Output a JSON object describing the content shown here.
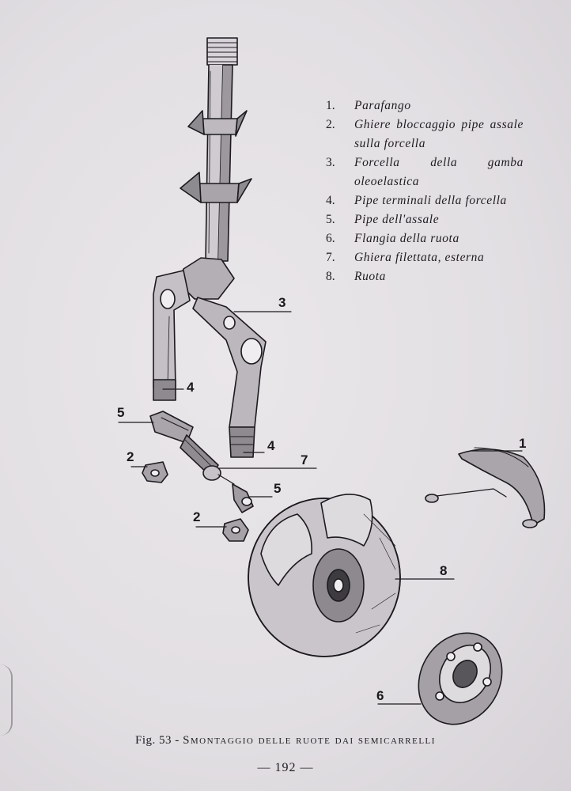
{
  "legend": {
    "items": [
      {
        "num": "1.",
        "text": "Parafango"
      },
      {
        "num": "2.",
        "text": "Ghiere bloccaggio pipe assale sulla forcella"
      },
      {
        "num": "3.",
        "text": "Forcella della gamba oleoelastica"
      },
      {
        "num": "4.",
        "text": "Pipe terminali della forcella"
      },
      {
        "num": "5.",
        "text": "Pipe dell'assale"
      },
      {
        "num": "6.",
        "text": "Flangia della ruota"
      },
      {
        "num": "7.",
        "text": "Ghiera filettata, esterna"
      },
      {
        "num": "8.",
        "text": "Ruota"
      }
    ]
  },
  "callouts": {
    "c3": "3",
    "c4a": "4",
    "c5a": "5",
    "c4b": "4",
    "c2a": "2",
    "c7": "7",
    "c1": "1",
    "c5b": "5",
    "c2b": "2",
    "c8": "8",
    "c6": "6"
  },
  "caption": {
    "prefix": "Fig. 53 - ",
    "title": "Smontaggio delle ruote dai semicarrelli"
  },
  "page_number": "— 192 —"
}
